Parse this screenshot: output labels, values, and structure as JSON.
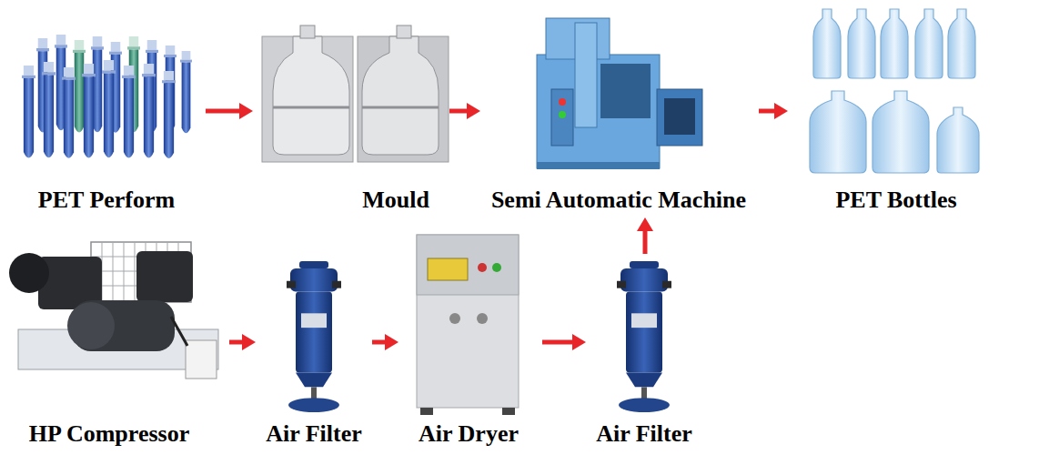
{
  "diagram": {
    "nodes": [
      {
        "text": [
          "PET Perform"
        ]
      },
      {
        "text": [
          "Mould"
        ]
      },
      {
        "text": [
          "Semi Automatic Machine"
        ]
      },
      {
        "text": [
          "PET Bottles"
        ]
      },
      {
        "text": [
          "HP Compressor"
        ]
      },
      {
        "text": [
          "Air Filter"
        ]
      },
      {
        "text": [
          "Air Dryer"
        ]
      },
      {
        "text": [
          "Air Filter"
        ]
      }
    ],
    "edges": [
      {
        "from": 0,
        "to": 1,
        "arrow": "to"
      },
      {
        "from": 1,
        "to": 2,
        "arrow": "to"
      },
      {
        "from": 2,
        "to": 3,
        "arrow": "to"
      },
      {
        "from": 4,
        "to": 5,
        "arrow": "to"
      },
      {
        "from": 5,
        "to": 6,
        "arrow": "to"
      },
      {
        "from": 6,
        "to": 7,
        "arrow": "to"
      },
      {
        "from": 7,
        "to": 2,
        "arrow": "to"
      }
    ]
  }
}
